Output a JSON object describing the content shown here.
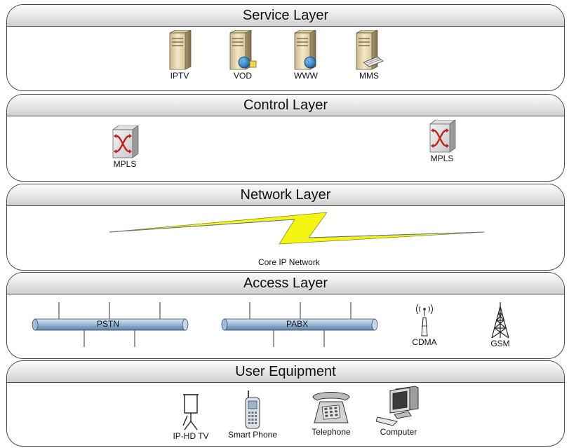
{
  "layers": {
    "service": {
      "title": "Service Layer",
      "items": [
        "IPTV",
        "VOD",
        "WWW",
        "MMS"
      ]
    },
    "control": {
      "title": "Control Layer",
      "items": [
        "MPLS",
        "MPLS"
      ]
    },
    "network": {
      "title": "Network Layer",
      "label": "Core IP Network"
    },
    "access": {
      "title": "Access Layer",
      "buses": [
        "PSTN",
        "PABX"
      ],
      "towers": [
        "CDMA",
        "GSM"
      ]
    },
    "user": {
      "title": "User Equipment",
      "items": [
        "IP-HD TV",
        "Smart Phone",
        "Telephone",
        "Computer"
      ]
    }
  },
  "colors": {
    "bus_fill": "#9fbbd9",
    "lightning": "#f5f513",
    "router_red": "#c0201e",
    "server_beige": "#ead9b0"
  },
  "icons": [
    "server-icon",
    "globe-icon",
    "router-icon",
    "lightning-icon",
    "bus-icon",
    "cell-tower-icon",
    "projector-screen-icon",
    "mobile-phone-icon",
    "telephone-icon",
    "computer-icon"
  ]
}
